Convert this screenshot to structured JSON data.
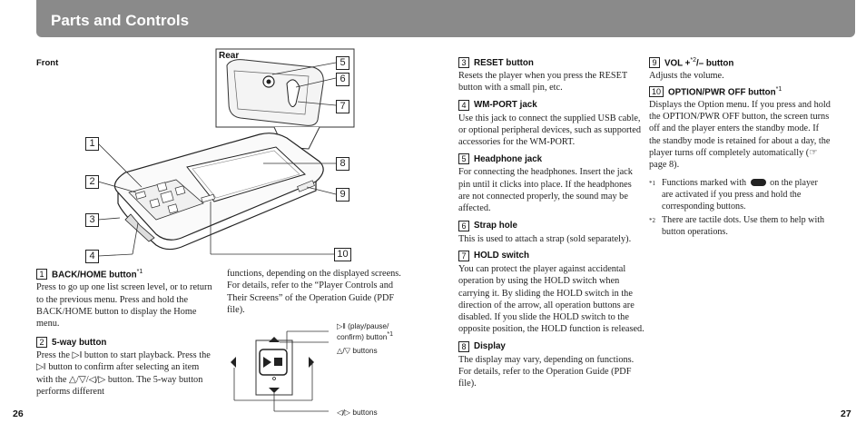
{
  "header": {
    "title": "Parts and Controls"
  },
  "diagram": {
    "front_label": "Front",
    "rear_label": "Rear",
    "callouts": [
      "1",
      "2",
      "3",
      "4",
      "5",
      "6",
      "7",
      "8",
      "9",
      "10"
    ]
  },
  "items": [
    {
      "num": "1",
      "title": "BACK/HOME button",
      "sup": "*1",
      "text": "Press to go up one list screen level, or to return to the previous menu. Press and hold the BACK/HOME button to display the Home menu."
    },
    {
      "num": "2",
      "title": "5-way button",
      "sup": "",
      "text": "Press the ▷ǁ button to start playback. Press the ▷ǁ button to confirm after selecting an item with the △/▽/◁/▷ button. The 5-way button performs different",
      "text_cont": "functions, depending on the displayed screens. For details, refer to the “Player Controls and Their Screens” of the Operation Guide (PDF file)."
    },
    {
      "num": "3",
      "title": "RESET button",
      "sup": "",
      "text": "Resets the player when you press the RESET button with a small pin, etc."
    },
    {
      "num": "4",
      "title": "WM-PORT jack",
      "sup": "",
      "text": "Use this jack to connect the supplied USB cable, or optional peripheral devices, such as supported accessories for the WM-PORT."
    },
    {
      "num": "5",
      "title": "Headphone jack",
      "sup": "",
      "text": "For connecting the headphones. Insert the jack pin until it clicks into place. If the headphones are not connected properly, the sound may be affected."
    },
    {
      "num": "6",
      "title": "Strap hole",
      "sup": "",
      "text": "This is used to attach a strap (sold separately)."
    },
    {
      "num": "7",
      "title": "HOLD switch",
      "sup": "",
      "text": "You can protect the player against accidental operation by using the HOLD switch when carrying it. By sliding the HOLD switch in the direction of the arrow, all operation buttons are disabled. If you slide the HOLD switch to the opposite position, the HOLD function is released."
    },
    {
      "num": "8",
      "title": "Display",
      "sup": "",
      "text": "The display may vary, depending on functions. For details, refer to the Operation Guide (PDF file)."
    },
    {
      "num": "9",
      "title": "VOL +",
      "title_after": "/– button",
      "sup": "*2",
      "text": "Adjusts the volume."
    },
    {
      "num": "10",
      "title": "OPTION/PWR OFF button",
      "sup": "*1",
      "text": "Displays the Option menu. If you press and hold the OPTION/PWR OFF button, the screen turns off and the player enters the standby mode. If the standby mode is retained for about a day, the player turns off completely automatically (☞ page 8)."
    }
  ],
  "button_diagram": {
    "play_label": "▷ǁ (play/pause/",
    "play_label2": "confirm) button",
    "play_sup": "*1",
    "updown_label": "△/▽ buttons",
    "leftright_label": "◁/▷ buttons"
  },
  "footnotes": [
    {
      "mark": "*1",
      "text_before": "Functions marked with",
      "text_after": "on the player are activated if you press and hold the corresponding buttons."
    },
    {
      "mark": "*2",
      "text": "There are tactile dots. Use them to help with button operations."
    }
  ],
  "pages": {
    "left": "26",
    "right": "27"
  }
}
